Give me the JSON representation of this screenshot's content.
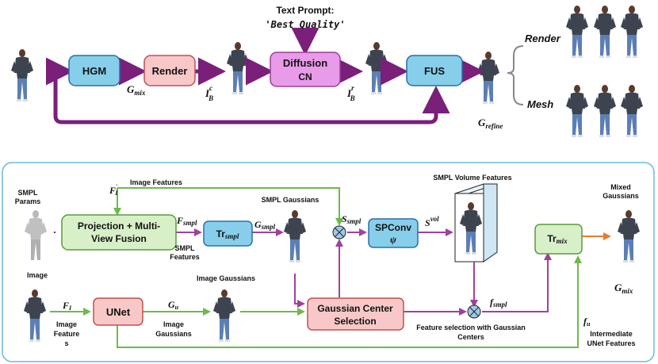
{
  "top": {
    "prompt_title": "Text Prompt:",
    "prompt_text": "'Best Quality'",
    "hgm": "HGM",
    "render": "Render",
    "diffusion": "Diffusion",
    "cn": "CN",
    "fus": "FUS",
    "g_mix": "G",
    "g_mix_sub": "mix",
    "ib_c": "I",
    "ib_c_sub": "B",
    "ib_c_sup": "c",
    "ib_r": "I",
    "ib_r_sub": "B",
    "ib_r_sup": "r",
    "g_refine": "G",
    "g_refine_sub": "refine",
    "render_label": "Render",
    "mesh_label": "Mesh"
  },
  "bottom": {
    "smpl_params_1": "SMPL",
    "smpl_params_2": "Params",
    "fi_prime": "F",
    "fi_prime_sub": "I",
    "fi_prime_sup": "'",
    "image_features_top": "Image Features",
    "proj_1": "Projection + Multi-",
    "proj_2": "View Fusion",
    "f_smpl": "F",
    "f_smpl_sub": "smpl",
    "smpl_features_1": "SMPL",
    "smpl_features_2": "Features",
    "tr_smpl": "Tr",
    "tr_smpl_sub": "smpl",
    "g_smpl": "G",
    "g_smpl_sub": "smpl",
    "smpl_gaussians": "SMPL Gaussians",
    "s_smpl": "S",
    "s_smpl_sub": "smpl",
    "spconv_1": "SPConv",
    "spconv_2": "ψ",
    "s_vol": "S",
    "s_vol_sup": "vol",
    "smpl_volume_features": "SMPL Volume Features",
    "tr_mix": "Tr",
    "tr_mix_sub": "mix",
    "mixed_1": "Mixed",
    "mixed_2": "Gaussians",
    "g_mix": "G",
    "g_mix_sub": "mix",
    "image": "Image",
    "f_i": "F",
    "f_i_sub": "I",
    "image_features_1": "Image",
    "image_features_2": "Feature",
    "image_features_3": "s",
    "unet": "UNet",
    "g_u": "G",
    "g_u_sub": "u",
    "image_gaussians_top": "Image Gaussians",
    "image_gaussians_1": "Image",
    "image_gaussians_2": "Gaussians",
    "gcs_1": "Gaussian Center",
    "gcs_2": "Selection",
    "f_smpl_out": "f",
    "f_smpl_out_sub": "smpl",
    "feature_sel_1": "Feature selection with Gaussian",
    "feature_sel_2": "Centers",
    "f_u": "f",
    "f_u_sub": "u",
    "intermediate_1": "Intermediate",
    "intermediate_2": "UNet Features"
  },
  "colors": {
    "blue_box": "#87CEEB",
    "pink_box": "#F8C8C8",
    "magenta_box": "#E89BE8",
    "green_box": "#D8F0C8",
    "purple_arrow": "#7A1F7A",
    "green_arrow": "#6DBA4C",
    "orange_arrow": "#E87A2E",
    "panel_border": "#6BB8E0"
  }
}
